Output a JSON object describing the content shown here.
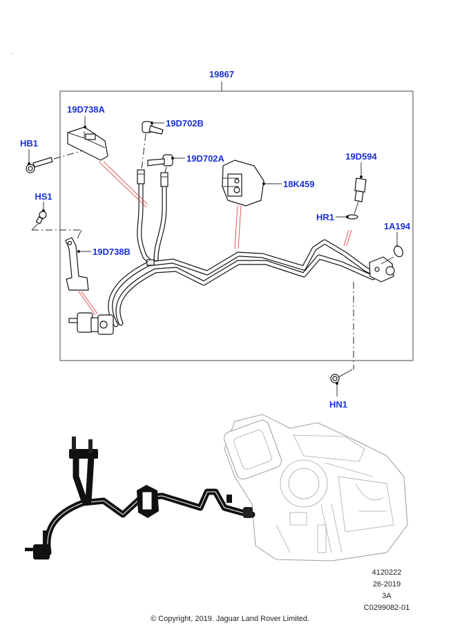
{
  "diagram": {
    "assembly_label": "19867",
    "callouts": {
      "c_19D738A": "19D738A",
      "c_19D702B": "19D702B",
      "c_19D702A": "19D702A",
      "c_HB1": "HB1",
      "c_HS1": "HS1",
      "c_19D738B": "19D738B",
      "c_18K459": "18K459",
      "c_19D594": "19D594",
      "c_HR1": "HR1",
      "c_1A194": "1A194",
      "c_HN1": "HN1"
    },
    "colors": {
      "callout_text": "#1a2fd6",
      "leader_red": "#e03030",
      "line_black": "#111111"
    }
  },
  "info": {
    "illustration_number": "4120222",
    "model_code": "26-2019",
    "sheet": "3A",
    "catalog_ref": "C0299082-01",
    "copyright": "© Copyright, 2019. Jaguar Land Rover Limited."
  }
}
